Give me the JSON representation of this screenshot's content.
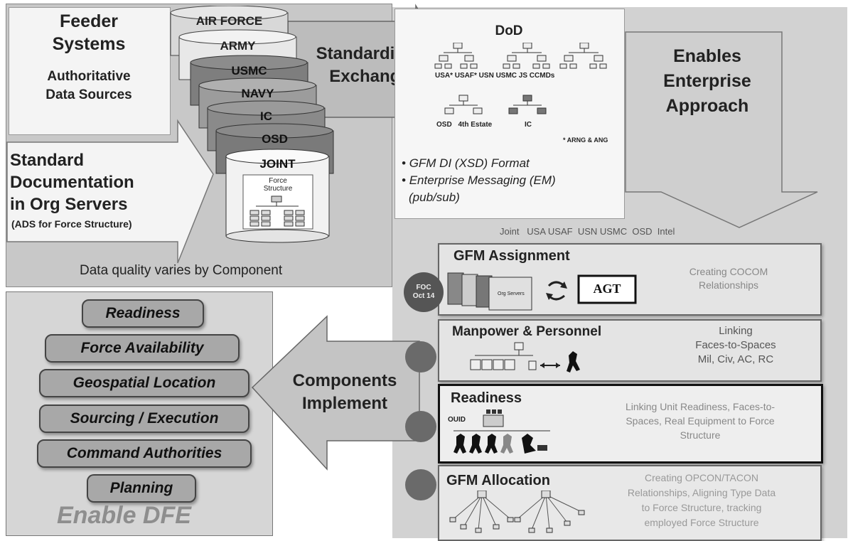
{
  "feeder": {
    "title_line1": "Feeder",
    "title_line2": "Systems",
    "sub_line1": "Authoritative",
    "sub_line2": "Data Sources"
  },
  "components": [
    "AIR FORCE",
    "ARMY",
    "USMC",
    "NAVY",
    "IC",
    "OSD",
    "JOINT"
  ],
  "joint_db": {
    "force_line1": "Force",
    "force_line2": "Structure"
  },
  "standard_doc": {
    "line1": "Standard",
    "line2": "Documentation",
    "line3": "in Org Servers",
    "line4": "(ADS for Force Structure)"
  },
  "data_quality": "Data quality varies by Component",
  "exchange": {
    "line1": "Standardized",
    "line2": "Exchange"
  },
  "dod": {
    "title": "DoD",
    "row1": "USA* USAF* USN USMC JS CCMDs",
    "row2_a": "OSD",
    "row2_b": "4th Estate",
    "row2_c": "IC",
    "row2_d": "* ARNG & ANG",
    "bullet1": "GFM DI (XSD) Format",
    "bullet2": "Enterprise Messaging (EM)",
    "bullet3": "(pub/sub)"
  },
  "enterprise": {
    "line1": "Enables",
    "line2": "Enterprise",
    "line3": "Approach"
  },
  "component_row": "Joint   USA USAF  USN USMC  OSD  Intel",
  "foc": {
    "line1": "FOC",
    "line2": "Oct 14"
  },
  "org_servers": "Org Servers",
  "gfm_assignment": {
    "title": "GFM Assignment",
    "agt": "AGT",
    "desc_line1": "Creating COCOM",
    "desc_line2": "Relationships"
  },
  "manpower": {
    "title": "Manpower & Personnel",
    "desc_line1": "Linking",
    "desc_line2": "Faces-to-Spaces",
    "desc_line3": "Mil, Civ, AC, RC"
  },
  "readiness_box": {
    "title": "Readiness",
    "ouid": "OUID",
    "desc_line1": "Linking Unit Readiness, Faces-to-",
    "desc_line2": "Spaces, Real Equipment to Force",
    "desc_line3": "Structure"
  },
  "gfm_allocation": {
    "title": "GFM Allocation",
    "desc_line1": "Creating OPCON/TACON",
    "desc_line2": "Relationships, Aligning Type Data",
    "desc_line3": "to Force Structure, tracking",
    "desc_line4": "employed Force Structure"
  },
  "implement": {
    "line1": "Components",
    "line2": "Implement"
  },
  "capabilities": [
    "Readiness",
    "Force Availability",
    "Geospatial Location",
    "Sourcing / Execution",
    "Command Authorities",
    "Planning"
  ],
  "enable_dfe": "Enable DFE",
  "colors": {
    "panel": "#c8c8c8",
    "pill": "#a8a8a8",
    "circle": "#6a6a6a",
    "dark_cyl": "#8a8a8a",
    "light_cyl": "#d8d8d8"
  }
}
